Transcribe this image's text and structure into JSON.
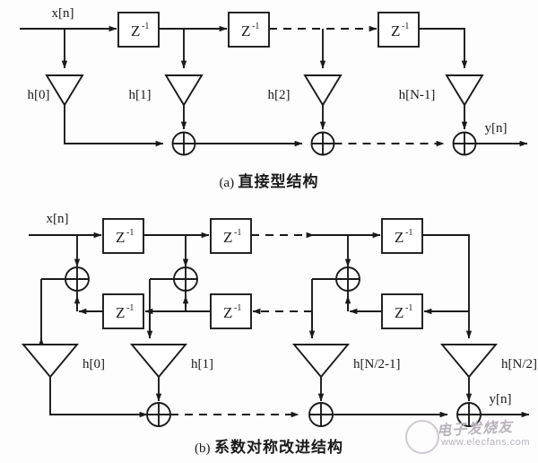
{
  "figure": {
    "title_a_prefix": "(a)",
    "title_a_text": "直接型结构",
    "title_b_prefix": "(b)",
    "title_b_text": "系数对称改进结构"
  },
  "colors": {
    "stroke": "#1a1a1a",
    "background": "#fdfdfd",
    "watermark": "#b9b3bc"
  },
  "labels": {
    "delay": "Z",
    "delay_exp": "-1",
    "input": "x[n]",
    "output": "y[n]"
  },
  "diagram_a": {
    "name": "direct-form-fir-structure",
    "input_label": "x[n]",
    "output_label": "y[n]",
    "delay_blocks": [
      "Z-1",
      "Z-1",
      "Z-1"
    ],
    "coefficients": [
      "h[0]",
      "h[1]",
      "h[2]",
      "h[N-1]"
    ],
    "adders": 3,
    "dashed_segments": [
      "top-between-tap2-and-tap3",
      "bottom-between-adder2-and-adder3"
    ]
  },
  "diagram_b": {
    "name": "symmetric-coefficient-fir-structure",
    "input_label": "x[n]",
    "output_label": "y[n]",
    "delay_blocks_top": [
      "Z-1",
      "Z-1",
      "Z-1"
    ],
    "delay_blocks_bottom": [
      "Z-1",
      "Z-1",
      "Z-1"
    ],
    "coefficients": [
      "h[0]",
      "h[1]",
      "h[N/2-1]",
      "h[N/2]"
    ],
    "pre_adders": 3,
    "output_adders": 3,
    "dashed_segments": [
      "top-row-middle",
      "bottom-delay-row-middle",
      "output-row-middle"
    ]
  },
  "watermark": {
    "text_cjk": "电子发烧友",
    "text_url": "www.elecfans.com"
  }
}
